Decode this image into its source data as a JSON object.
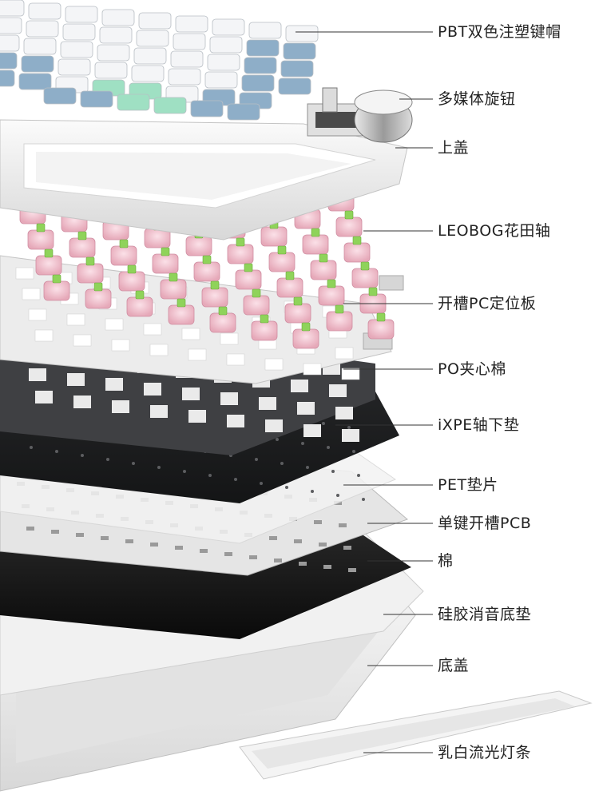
{
  "layers": [
    {
      "id": "keycaps",
      "label": "PBT双色注塑键帽"
    },
    {
      "id": "knob",
      "label": "多媒体旋钮"
    },
    {
      "id": "top-case",
      "label": "上盖"
    },
    {
      "id": "switches",
      "label": "LEOBOG花田轴"
    },
    {
      "id": "plate",
      "label": "开槽PC定位板"
    },
    {
      "id": "po-foam",
      "label": "PO夹心棉"
    },
    {
      "id": "ixpe-pad",
      "label": "iXPE轴下垫"
    },
    {
      "id": "pet-sheet",
      "label": "PET垫片"
    },
    {
      "id": "pcb",
      "label": "单键开槽PCB"
    },
    {
      "id": "foam",
      "label": "棉"
    },
    {
      "id": "silicone-pad",
      "label": "硅胶消音底垫"
    },
    {
      "id": "bottom-case",
      "label": "底盖"
    },
    {
      "id": "light-strip",
      "label": "乳白流光灯条"
    }
  ],
  "colors": {
    "switch_housing": "#f2c4d0",
    "switch_stem": "#8fd35a",
    "keycap_white": "#f4f5f7",
    "keycap_blue": "#8eaec8",
    "keycap_mint": "#9fe0c3",
    "po_foam": "#3d3e41",
    "ixpe": "#1f2022",
    "pcb": "#d9d9d9",
    "foam": "#141414",
    "case": "#eeeeee",
    "label_text": "#222222"
  }
}
